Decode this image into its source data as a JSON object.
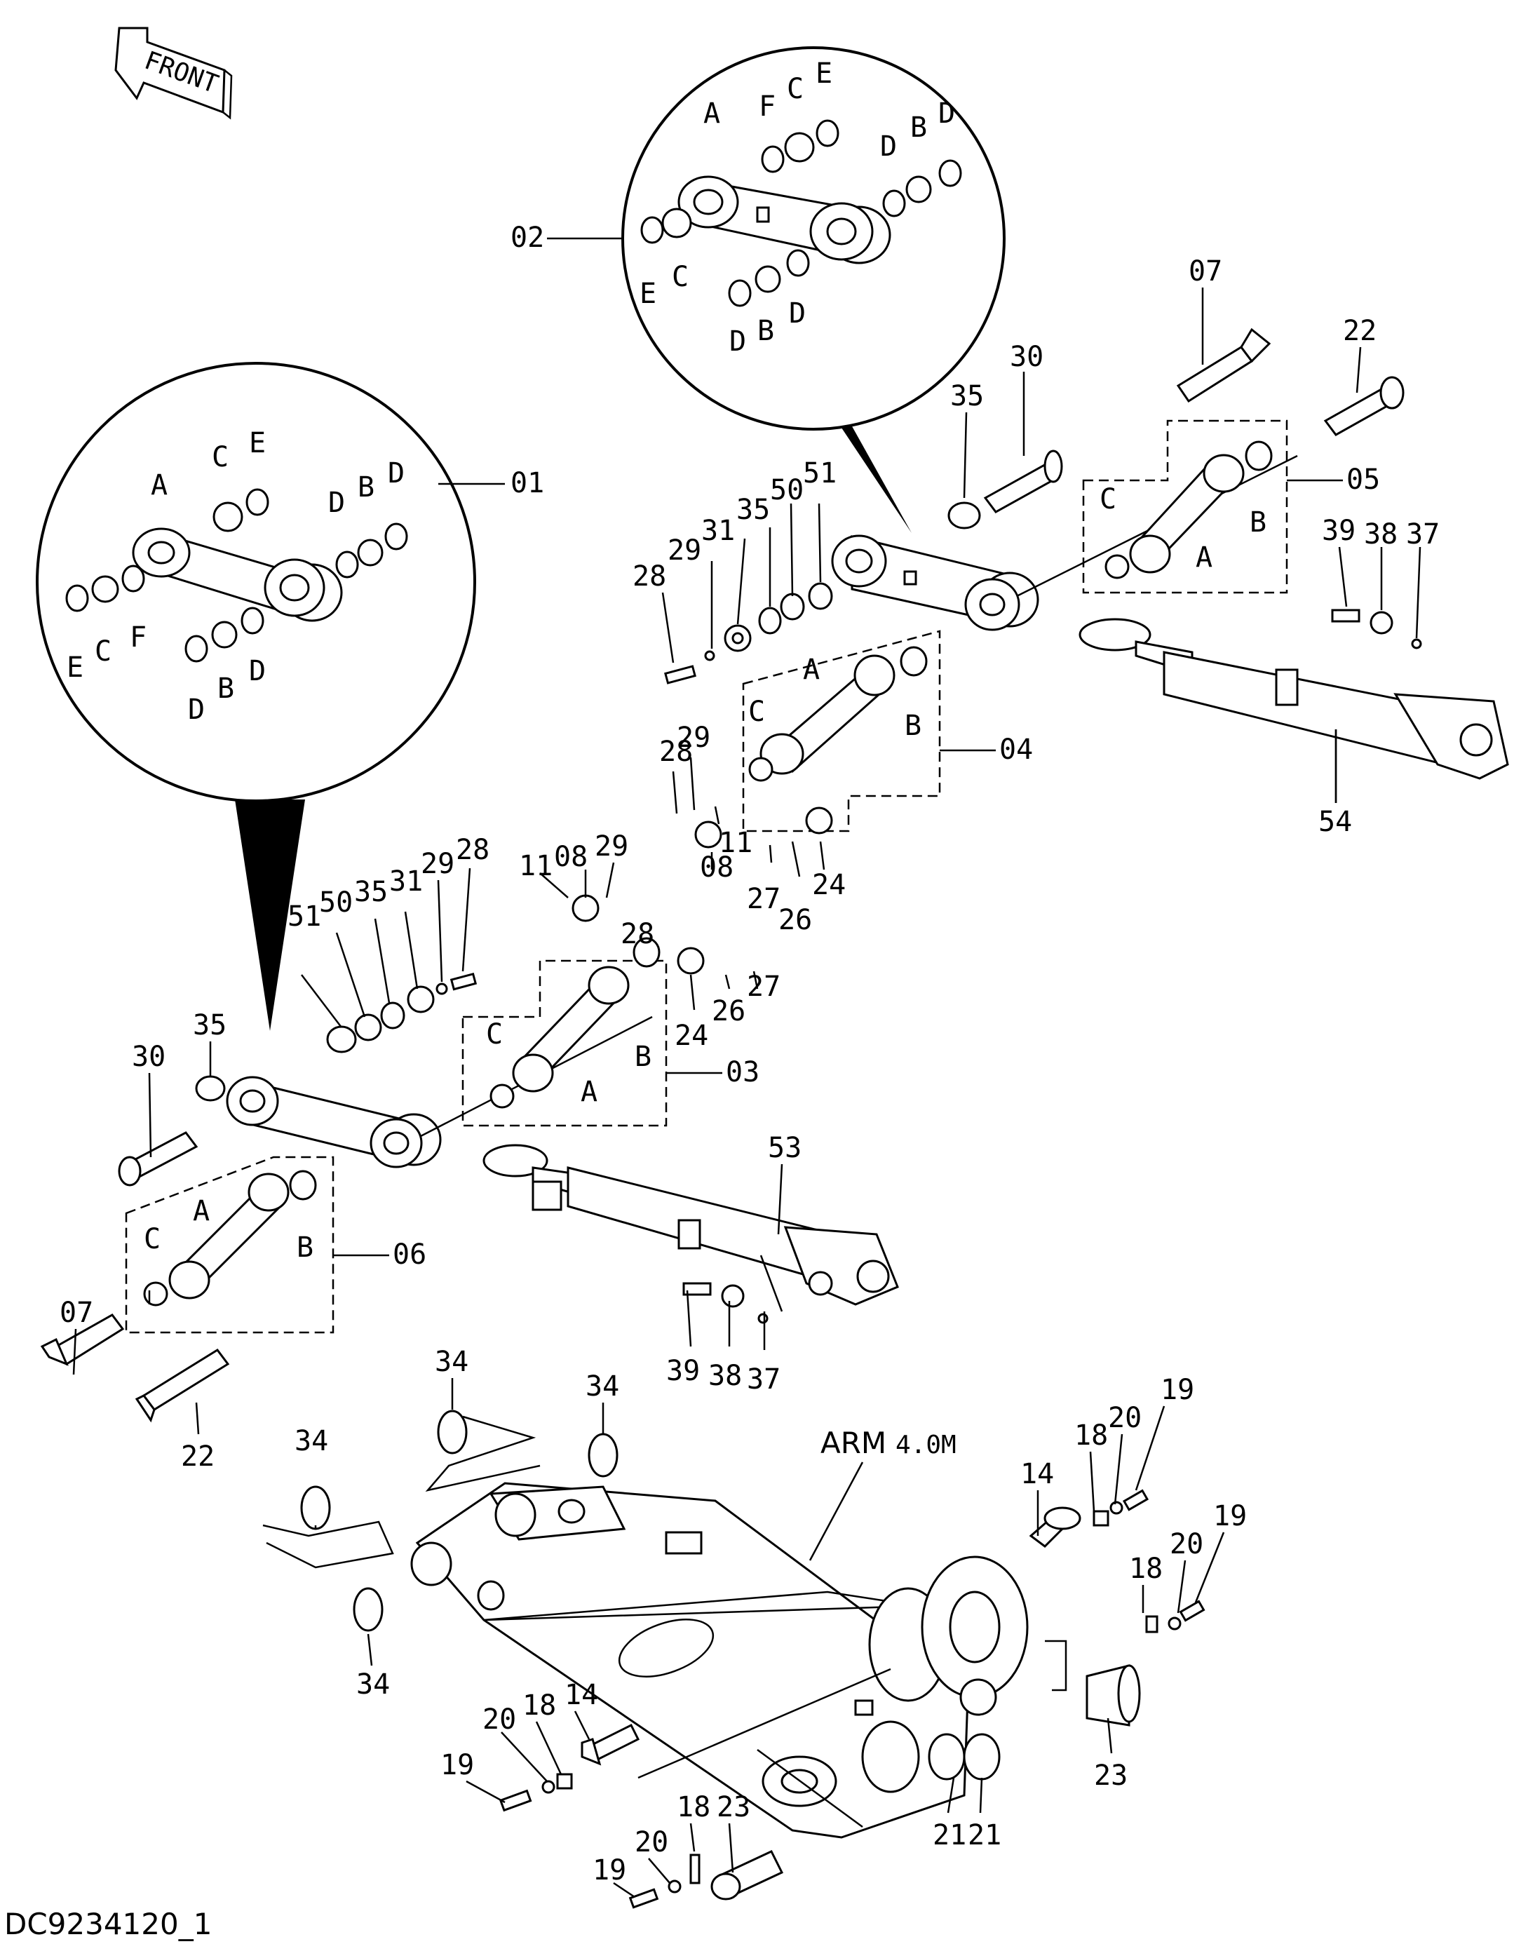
{
  "drawing_id": "DC9234120_1",
  "front_badge": "FRONT",
  "arm_label": "ARM",
  "arm_length": "4.0M",
  "circle_refs": [
    "01",
    "02"
  ],
  "group_refs": [
    "03",
    "04",
    "05",
    "06"
  ],
  "sub_letters": [
    "A",
    "B",
    "C",
    "D",
    "E",
    "F"
  ],
  "parts": {
    "p07": "07",
    "p08": "08",
    "p11": "11",
    "p14": "14",
    "p18": "18",
    "p19": "19",
    "p20": "20",
    "p21": "21",
    "p22": "22",
    "p23": "23",
    "p24": "24",
    "p26": "26",
    "p27": "27",
    "p28": "28",
    "p29": "29",
    "p30": "30",
    "p31": "31",
    "p34": "34",
    "p35": "35",
    "p37": "37",
    "p38": "38",
    "p39": "39",
    "p50": "50",
    "p51": "51",
    "p53": "53",
    "p54": "54"
  }
}
